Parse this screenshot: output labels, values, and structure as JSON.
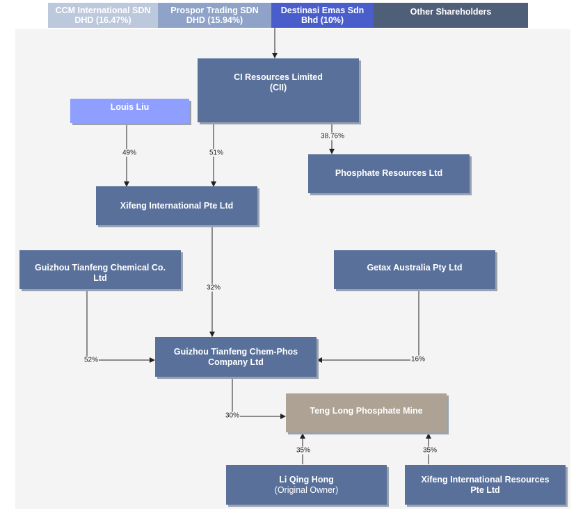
{
  "shareholders": [
    {
      "label": "CCM International SDN\nDHD (16.47%)",
      "color": "#bcc8dc"
    },
    {
      "label": "Prospor Trading SDN\nDHD (15.94%)",
      "color": "#8ea3c7"
    },
    {
      "label": "Destinasi Emas Sdn\nBhd (10%)",
      "color": "#4a5ecb"
    },
    {
      "label": "Other Shareholders",
      "color": "#4f5f78"
    }
  ],
  "entities": {
    "ci_resources": "CI Resources Limited\n(CII)",
    "louis_liu": "Louis Liu",
    "phosphate_resources": "Phosphate Resources Ltd",
    "xifeng_international": "Xifeng International Pte Ltd",
    "guizhou_tianfeng_chemical": "Guizhou Tianfeng Chemical Co.\nLtd",
    "getax_australia": "Getax Australia Pty Ltd",
    "guizhou_chem_phos": "Guizhou Tianfeng Chem-Phos\nCompany Ltd",
    "teng_long_mine": "Teng Long Phosphate Mine",
    "li_qing_hong": "Li Qing Hong",
    "li_qing_hong_sub": "(Original Owner)",
    "xifeng_intl_resources": "Xifeng International Resources\nPte Ltd"
  },
  "percentages": {
    "cii_to_phosphate": "38.76%",
    "louis_to_xifeng": "49%",
    "cii_to_xifeng": "51%",
    "xifeng_to_chemphos": "32%",
    "tianfeng_to_chemphos": "52%",
    "getax_to_chemphos": "16%",
    "chemphos_to_mine": "30%",
    "liqing_to_mine": "35%",
    "xifengres_to_mine": "35%"
  },
  "colors": {
    "box": "#59709a",
    "louis_liu_box": "#8f9fff",
    "mine_box": "#ada294",
    "line": "#222222"
  }
}
